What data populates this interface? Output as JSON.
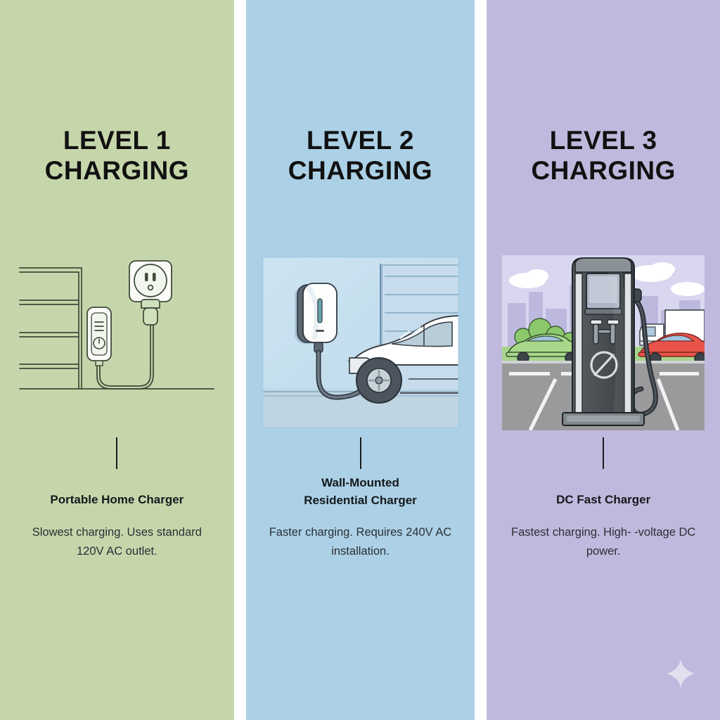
{
  "infographic": {
    "palette": {
      "col1_bg": "#c6d6ab",
      "col2_bg": "#acd1e6",
      "col3_bg": "#c0b9dd",
      "gap": "#ffffff",
      "text_dark": "#111111",
      "body_text": "#2a2f35",
      "accent_teal": "#4e8f94",
      "car_red": "#e8544a",
      "car_green": "#9ccf7a"
    },
    "columns": [
      {
        "id": "level-1",
        "heading_line1": "LEVEL 1",
        "heading_line2": "CHARGING",
        "illustration": "portable-home-charger-illustration",
        "caption_title": "Portable Home Charger",
        "caption_body": "Slowest charging. Uses standard 120V AC outlet.",
        "background": "#c6d6ab"
      },
      {
        "id": "level-2",
        "heading_line1": "LEVEL 2",
        "heading_line2": "CHARGING",
        "illustration": "wall-mounted-charger-garage-illustration",
        "caption_title_line1": "Wall-Mounted",
        "caption_title_line2": "Residential Charger",
        "caption_body": "Faster charging. Requires 240V AC installation.",
        "background": "#acd1e6"
      },
      {
        "id": "level-3",
        "heading_line1": "LEVEL 3",
        "heading_line2": "CHARGING",
        "illustration": "dc-fast-charger-station-illustration",
        "caption_title": "DC Fast Charger",
        "caption_body": "Fastest charging. High- -voltage DC power.",
        "background": "#c0b9dd"
      }
    ],
    "watermark": "sparkle-star"
  }
}
